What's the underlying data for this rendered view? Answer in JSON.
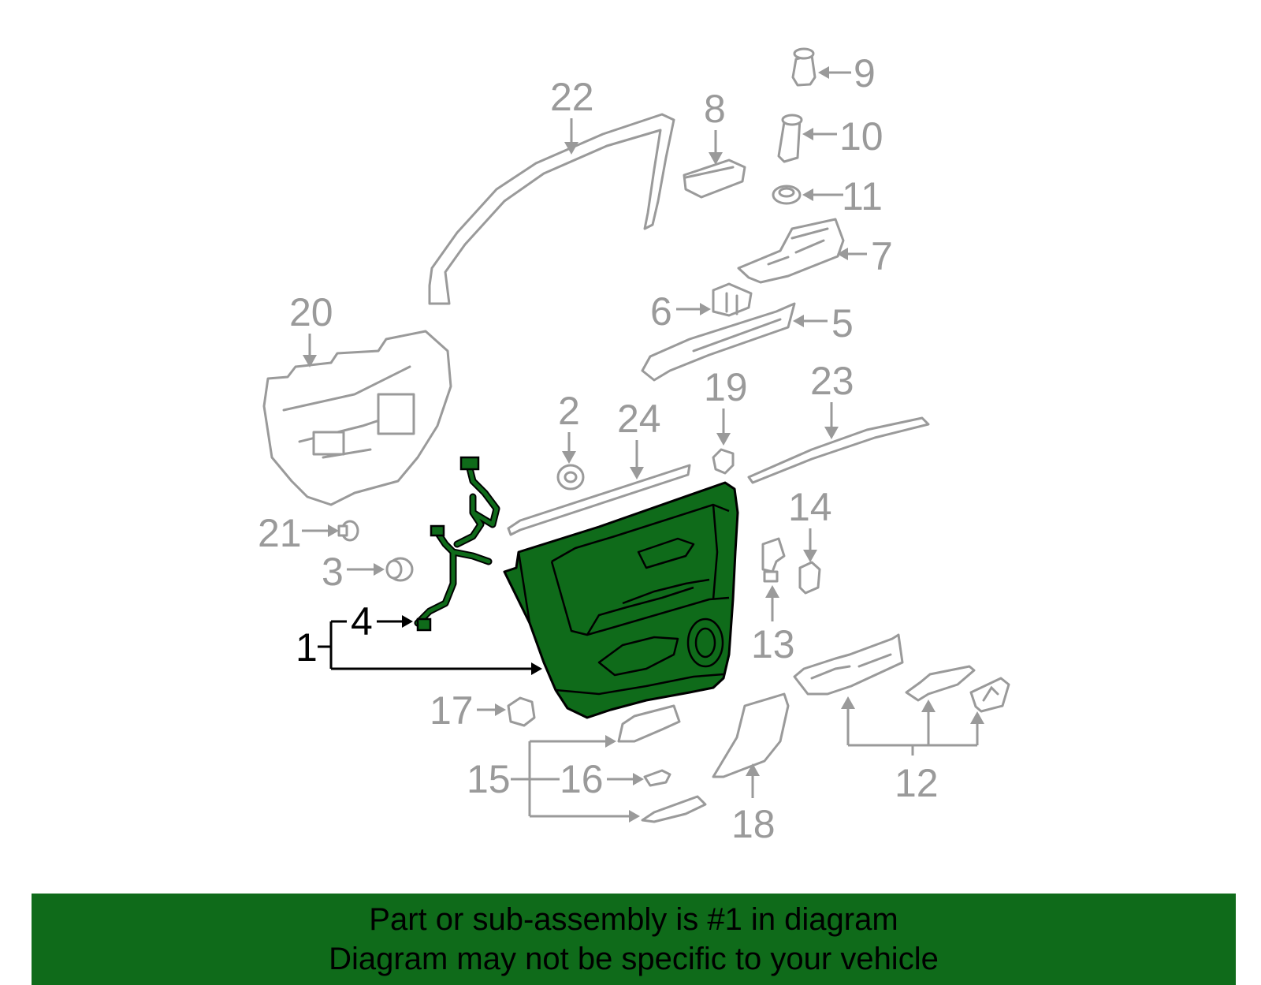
{
  "diagram": {
    "callouts": {
      "c1": "1",
      "c2": "2",
      "c3": "3",
      "c4": "4",
      "c5": "5",
      "c6": "6",
      "c7": "7",
      "c8": "8",
      "c9": "9",
      "c10": "10",
      "c11": "11",
      "c12": "12",
      "c13": "13",
      "c14": "14",
      "c15": "15",
      "c16": "16",
      "c17": "17",
      "c18": "18",
      "c19": "19",
      "c20": "20",
      "c21": "21",
      "c22": "22",
      "c23": "23",
      "c24": "24"
    },
    "highlighted_part": "1",
    "colors": {
      "highlight": "#0f6b1a",
      "parts_outline": "#9a9a9a",
      "banner": "#0f6b1a"
    }
  },
  "banner": {
    "line1": "Part or sub-assembly is #1 in diagram",
    "line2": "Diagram may not be specific to your vehicle"
  }
}
